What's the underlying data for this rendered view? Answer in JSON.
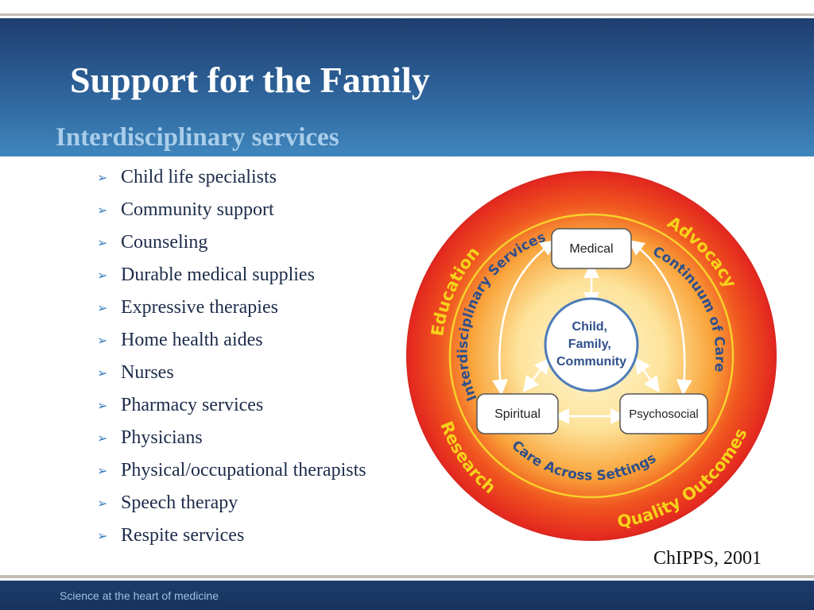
{
  "slide": {
    "title": "Support for the Family",
    "subtitle": "Interdisciplinary services",
    "bullets": [
      "Child life specialists",
      "Community support",
      "Counseling",
      "Durable medical supplies",
      "Expressive therapies",
      "Home health aides",
      "Nurses",
      "Pharmacy services",
      "Physicians",
      "Physical/occupational therapists",
      "Speech therapy",
      "Respite services"
    ],
    "bullet_icon": "arrow-right-icon",
    "citation": "ChIPPS, 2001",
    "footer": "Science at the heart of medicine"
  },
  "diagram": {
    "outer_ring": {
      "top_left": "Education",
      "top_right": "Advocacy",
      "bottom_left": "Research",
      "bottom_right": "Quality Outcomes"
    },
    "inner_ring": {
      "left": "Interdisciplinary Services",
      "right": "Continuum of Care",
      "bottom": "Care Across Settings"
    },
    "nodes": {
      "center": [
        "Child,",
        "Family,",
        "Community"
      ],
      "top": "Medical",
      "left": "Spiritual",
      "right": "Psychosocial"
    },
    "colors": {
      "outer_ring": "#e8322a",
      "ring_text": "#f6d21a",
      "inner_text": "#2f4f8a",
      "center_fill": "#ffffff"
    }
  }
}
